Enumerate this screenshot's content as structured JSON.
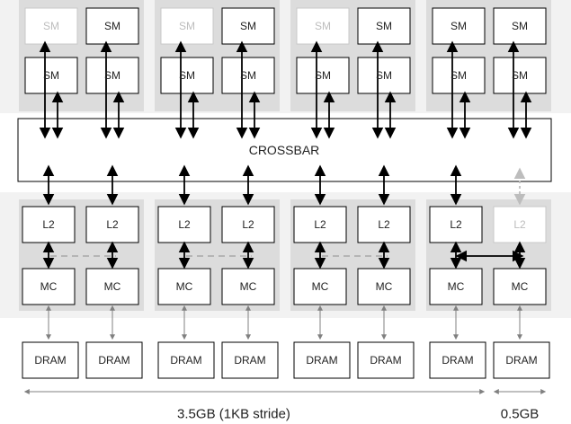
{
  "labels": {
    "sm": "SM",
    "crossbar": "CROSSBAR",
    "l2": "L2",
    "mc": "MC",
    "dram": "DRAM",
    "capacity_main": "3.5GB (1KB stride)",
    "capacity_tail": "0.5GB"
  },
  "gpcs": [
    {
      "sm_top_disabled": [
        true,
        false
      ]
    },
    {
      "sm_top_disabled": [
        true,
        false
      ]
    },
    {
      "sm_top_disabled": [
        true,
        false
      ]
    },
    {
      "sm_top_disabled": [
        false,
        false
      ]
    }
  ],
  "partitions": [
    {
      "l2_disabled": [
        false,
        false
      ]
    },
    {
      "l2_disabled": [
        false,
        false
      ]
    },
    {
      "l2_disabled": [
        false,
        false
      ]
    },
    {
      "l2_disabled": [
        false,
        true
      ]
    }
  ],
  "colors": {
    "panel": "#dcdcdc",
    "band": "#f2f2f2",
    "box_border": "#000000",
    "disabled_border": "#c8c8c8",
    "disabled_text": "#bdbdbd",
    "text": "#222222",
    "dashed": "#a8a8a8",
    "thin_arrow": "#808080"
  }
}
